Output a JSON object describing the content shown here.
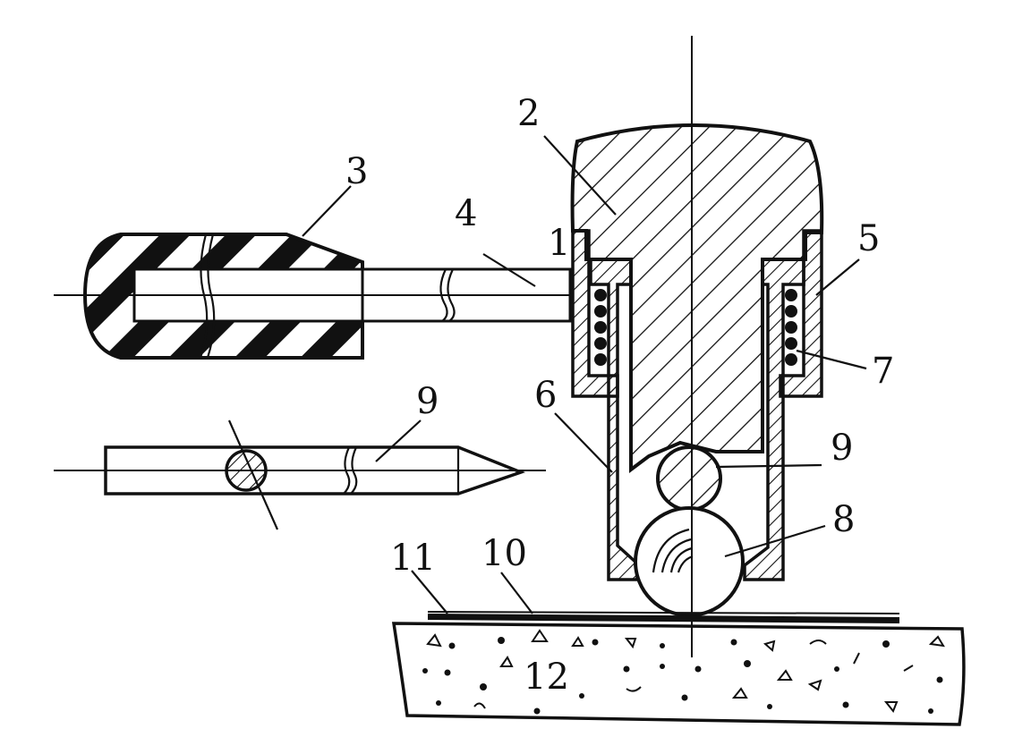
{
  "diagram": {
    "labels": {
      "l1": "1",
      "l2": "2",
      "l3": "3",
      "l4": "4",
      "l5": "5",
      "l6": "6",
      "l7": "7",
      "l8": "8",
      "l9a": "9",
      "l9b": "9",
      "l10": "10",
      "l11": "11",
      "l12": "12"
    },
    "colors": {
      "ink": "#111111",
      "paper": "#ffffff"
    }
  }
}
